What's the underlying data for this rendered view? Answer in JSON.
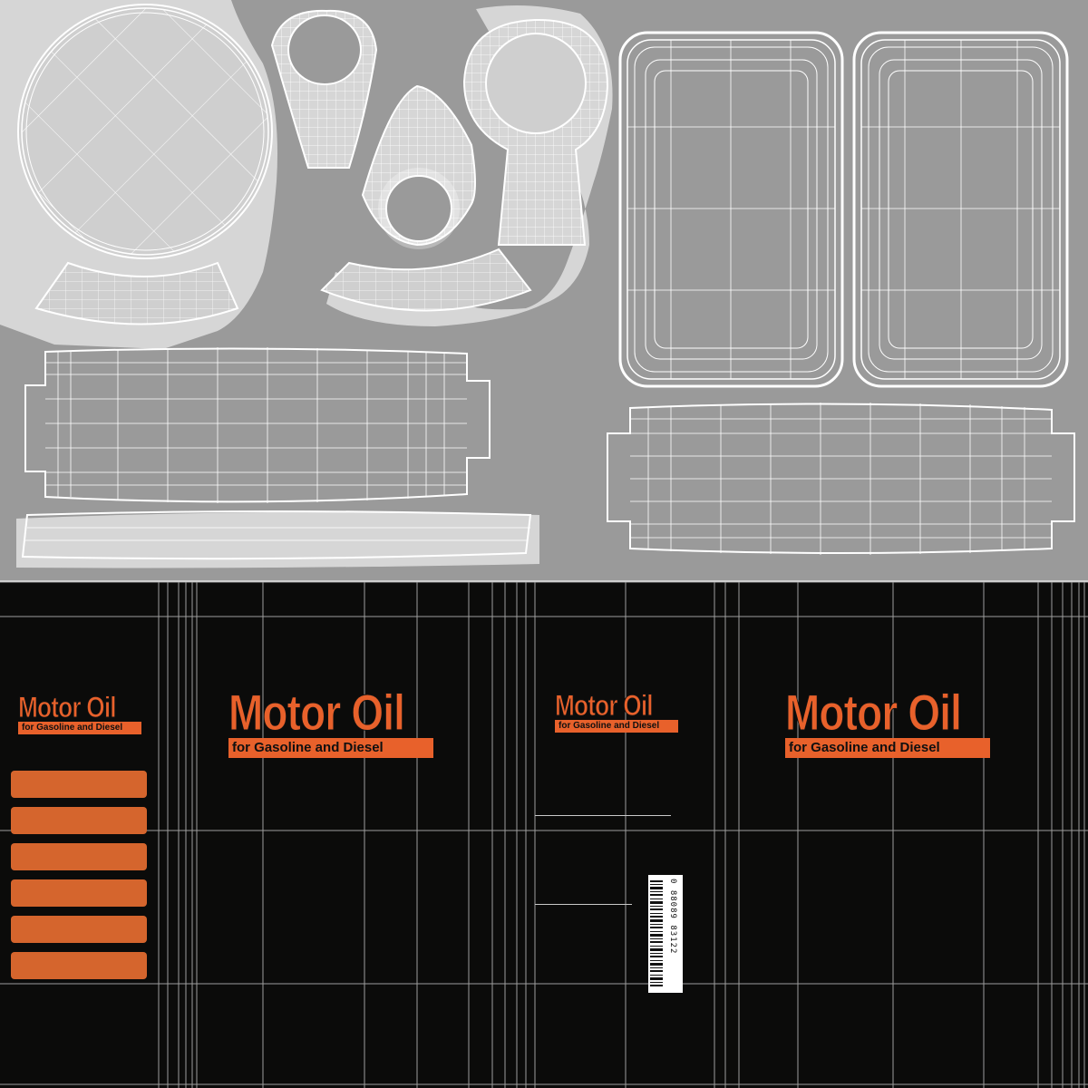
{
  "colors": {
    "accent": "#e8612b",
    "stripe": "#d5652d",
    "label_bg": "#0b0b0a",
    "uv_bg": "#9a9a9a",
    "uv_island": "#d9d9d9",
    "wire": "#ffffff"
  },
  "labels": [
    {
      "title": "Motor Oil",
      "subtitle": "for Gasoline and Diesel"
    },
    {
      "title": "Motor Oil",
      "subtitle": "for Gasoline and Diesel"
    },
    {
      "title": "Motor Oil",
      "subtitle": "for Gasoline and Diesel"
    },
    {
      "title": "Motor Oil",
      "subtitle": "for Gasoline and Diesel"
    }
  ],
  "barcode": {
    "number": "0 88089 83122"
  },
  "stripes": {
    "count": 6
  }
}
